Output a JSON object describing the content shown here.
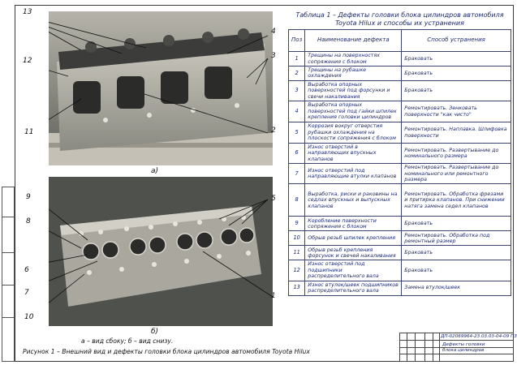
{
  "figure": {
    "label_a": "а)",
    "label_b": "б)",
    "sublabels": "а – вид сбоку; б – вид снизу.",
    "caption": "Рисунок 1 – Внешний вид и дефекты головки блока цилиндров автомобиля Toyota Hilux",
    "callouts_top": [
      "13",
      "4",
      "3",
      "12",
      "11",
      "2"
    ],
    "callouts_bottom": [
      "9",
      "8",
      "5",
      "6",
      "7",
      "10",
      "1"
    ]
  },
  "table": {
    "title_line1": "Таблица 1 – Дефекты головки блока цилиндров автомобиля",
    "title_line2": "Toyota Hilux и способы их устранения",
    "col_num": "Поз",
    "col_defect": "Наименование дефекта",
    "col_method": "Способ устранения",
    "rows": [
      {
        "n": "1",
        "defect": "Трещины на поверхностях сопряжения с блоком",
        "method": "Браковать"
      },
      {
        "n": "2",
        "defect": "Трещины на рубашке охлаждения",
        "method": "Браковать"
      },
      {
        "n": "3",
        "defect": "Выработка опорных поверхностей под форсунки и свечи накаливания",
        "method": "Браковать"
      },
      {
        "n": "4",
        "defect": "Выработка опорных поверхностей под гайки шпилек крепления головки цилиндров",
        "method": "Ремонтировать. Зенковать поверхности \"как чисто\""
      },
      {
        "n": "5",
        "defect": "Коррозия вокруг отверстия рубашки охлаждения на плоскости сопряжения с блоком",
        "method": "Ремонтировать. Наплавка. Шлифовка поверхности"
      },
      {
        "n": "6",
        "defect": "Износ отверстий в направляющих впускных клапанов",
        "method": "Ремонтировать. Развертывание до номинального размера"
      },
      {
        "n": "7",
        "defect": "Износ отверстий под направляющие втулки клапанов",
        "method": "Ремонтировать. Развертывание до номинального или ремонтного размера"
      },
      {
        "n": "8",
        "defect": "Выработка, риски и раковины на седлах впускных и выпускных клапанов",
        "method": "Ремонтировать. Обработка фрезами и притирка клапанов. При снижении натяга замена седел клапанов"
      },
      {
        "n": "9",
        "defect": "Коробление поверхности сопряжения с блоком",
        "method": "Браковать"
      },
      {
        "n": "10",
        "defect": "Обрыв резьб шпилек крепления",
        "method": "Ремонтировать. Обработка под ремонтный размер"
      },
      {
        "n": "11",
        "defect": "Обрыв резьб крепления форсунок и свечей накаливания",
        "method": "Браковать"
      },
      {
        "n": "12",
        "defect": "Износ отверстий под подшипники распределительного вала",
        "method": "Браковать"
      },
      {
        "n": "13",
        "defect": "Износ втулок/шеек подшипников распределительного вала",
        "method": "Замена втулок/шеек"
      }
    ]
  },
  "stamp": {
    "code": "ДП-02069964-23.03.03-04-09 ПЗ",
    "title_line1": "Дефекты головки",
    "title_line2": "блока цилиндров"
  },
  "colors": {
    "ink": "#1d2a6b",
    "photo_bg": "#6b6d6a"
  }
}
